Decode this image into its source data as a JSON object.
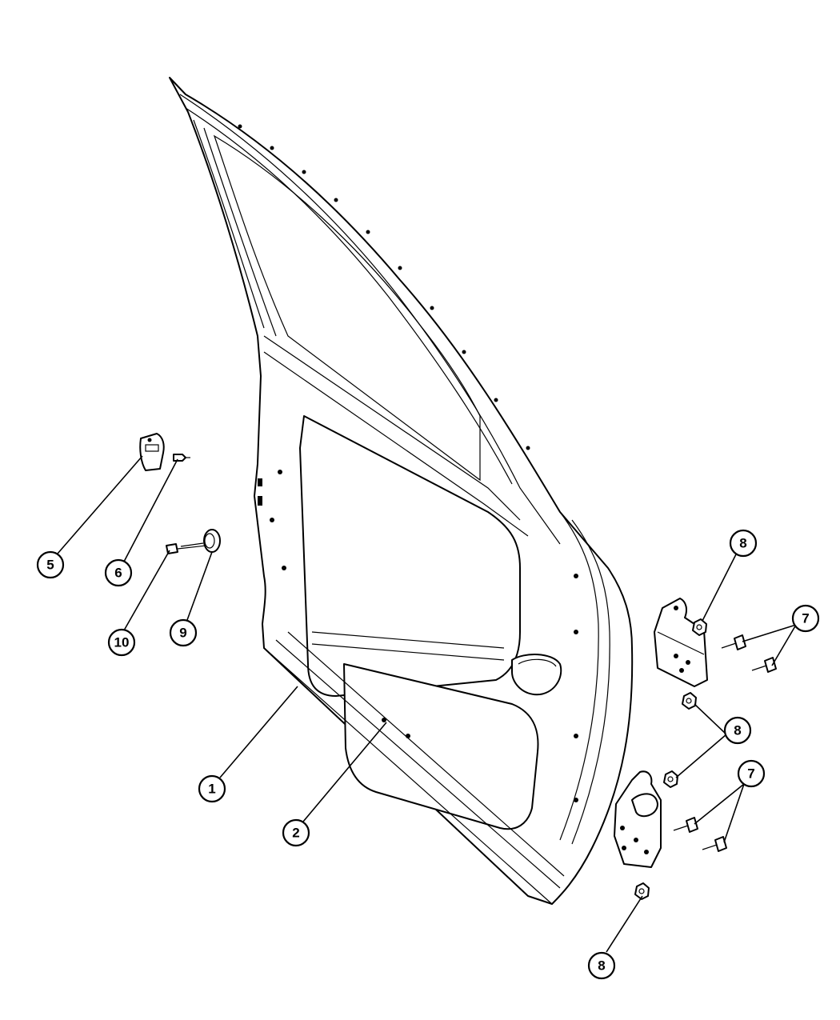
{
  "diagram": {
    "callouts": [
      {
        "id": "c1",
        "label": "1"
      },
      {
        "id": "c2",
        "label": "2"
      },
      {
        "id": "c5",
        "label": "5"
      },
      {
        "id": "c6",
        "label": "6"
      },
      {
        "id": "c7a",
        "label": "7"
      },
      {
        "id": "c7b",
        "label": "7"
      },
      {
        "id": "c8a",
        "label": "8"
      },
      {
        "id": "c8b",
        "label": "8"
      },
      {
        "id": "c8c",
        "label": "8"
      },
      {
        "id": "c9",
        "label": "9"
      },
      {
        "id": "c10",
        "label": "10"
      }
    ]
  }
}
